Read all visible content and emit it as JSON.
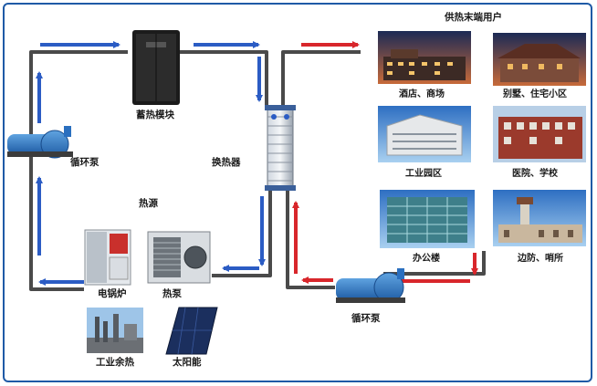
{
  "labels": {
    "storage_module": "蓄热模块",
    "circulation_pump_left": "循环泵",
    "heat_exchanger": "换热器",
    "heat_source": "热源",
    "electric_boiler": "电锅炉",
    "heat_pump": "热泵",
    "industrial_waste_heat": "工业余热",
    "solar": "太阳能",
    "end_users_title": "供热末端用户",
    "hotel_mall": "酒店、商场",
    "villa_residence": "别墅、住宅小区",
    "industrial_park": "工业园区",
    "hospital_school": "医院、学校",
    "office_building": "办公楼",
    "border_post": "边防、哨所",
    "circulation_pump_bottom": "循环泵"
  },
  "colors": {
    "cold_flow": "#2b5cc4",
    "hot_flow": "#d8262b",
    "pipe": "#4a4a4a",
    "frame": "#1f5aa6"
  }
}
